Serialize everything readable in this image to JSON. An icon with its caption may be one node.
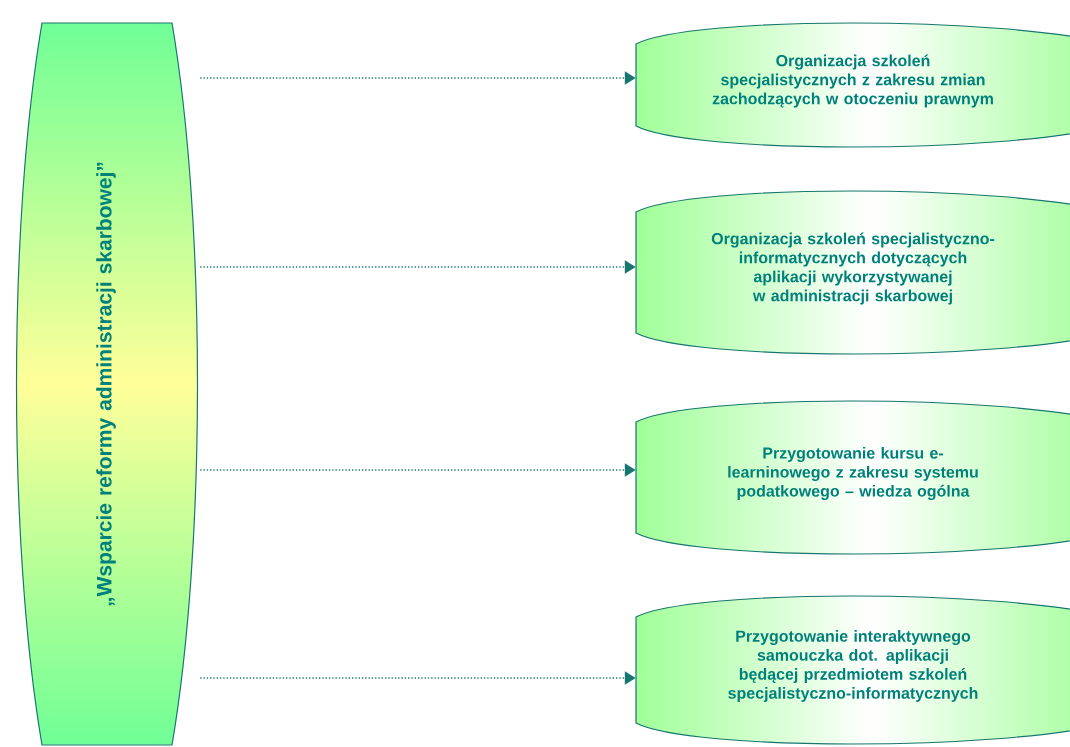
{
  "diagram": {
    "nodes": [
      {
        "text": [
          "„Wsparcie reformy administracji skarbowej”"
        ]
      },
      {
        "text": [
          "Organizacja szkoleń specjalistycznych z zakresu zmian zachodzących w otoczeniu prawnym"
        ]
      },
      {
        "text": [
          "Organizacja szkoleń specjalistyczno-informatycznych dotyczących aplikacji wykorzystywanej w administracji skarbowej"
        ]
      },
      {
        "text": [
          "Przygotowanie kursu e-learninowego z zakresu systemu podatkowego – wiedza ogólna"
        ]
      },
      {
        "text": [
          "Przygotowanie interaktywnego samouczka dot. aplikacji będącej przedmiotem szkoleń specjalistyczno-informatycznych"
        ]
      }
    ],
    "edges": [
      {
        "from": 0,
        "to": 1,
        "arrow": "to",
        "style": "dashed"
      },
      {
        "from": 0,
        "to": 2,
        "arrow": "to",
        "style": "dashed"
      },
      {
        "from": 0,
        "to": 3,
        "arrow": "to",
        "style": "dashed"
      },
      {
        "from": 0,
        "to": 4,
        "arrow": "to",
        "style": "dashed"
      }
    ]
  }
}
